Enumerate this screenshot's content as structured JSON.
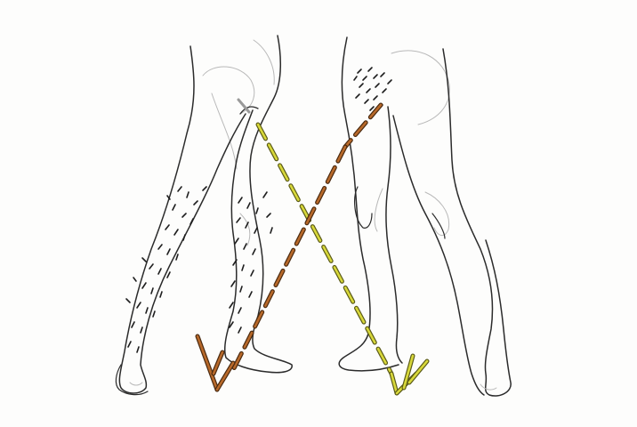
{
  "illustration": {
    "figures": [
      {
        "id": "left-figure",
        "description_icon": "legs-icon"
      },
      {
        "id": "right-figure",
        "description_icon": "legs-icon"
      }
    ],
    "arrows": [
      {
        "id": "yellow-arrow",
        "color": "#d8d83a",
        "outline": "#5a5a18"
      },
      {
        "id": "orange-arrow",
        "color": "#b8692a",
        "outline": "#4a2a10"
      }
    ],
    "colors": {
      "ink": "#2b2b2b",
      "pencil": "#b9b9b9",
      "paper": "#fdfdfc"
    }
  }
}
